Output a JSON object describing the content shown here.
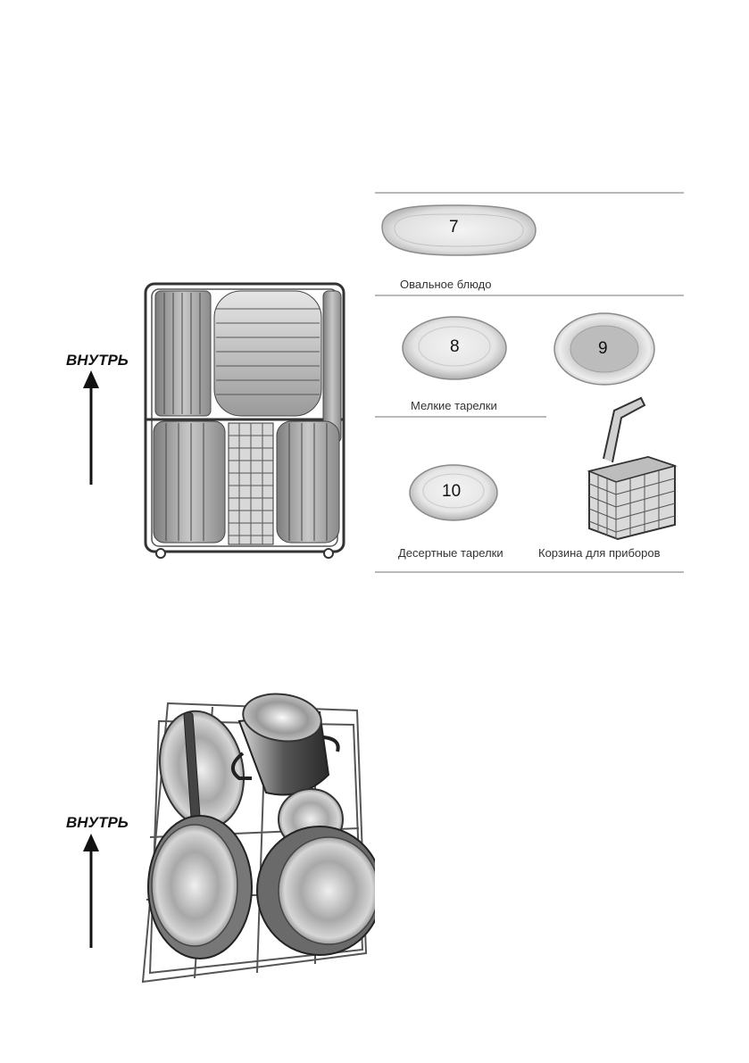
{
  "upper_section": {
    "direction_label": "ВНУТРЬ",
    "items": [
      {
        "number": "7",
        "caption": "Овальное блюдо"
      },
      {
        "number": "8",
        "caption": "Мелкие тарелки"
      },
      {
        "number": "9"
      },
      {
        "number": "10",
        "caption": "Десертные тарелки"
      },
      {
        "caption": "Корзина для приборов"
      }
    ]
  },
  "lower_section": {
    "direction_label": "ВНУТРЬ"
  }
}
